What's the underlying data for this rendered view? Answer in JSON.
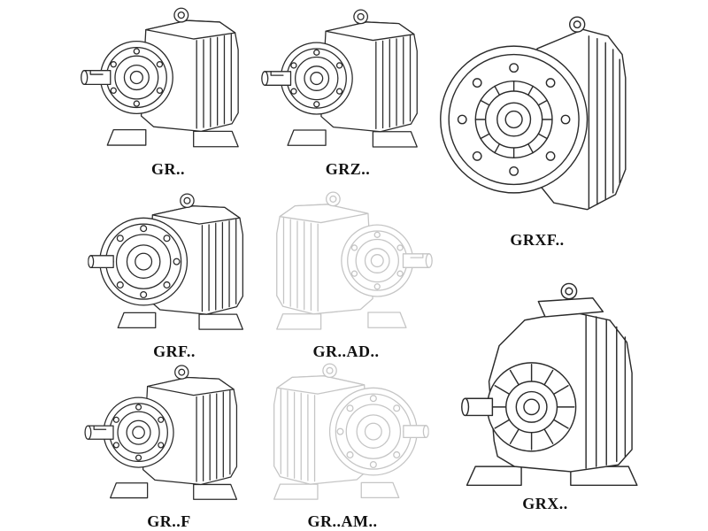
{
  "page": {
    "background_color": "#ffffff",
    "line_color": "#2b2b2b",
    "ghost_line_color": "#c5c5c5",
    "label_color": "#111111"
  },
  "panels": [
    {
      "id": "gr",
      "label": "GR..",
      "style": "solid",
      "drawing": "foot-mounted-helical-gear-reducer"
    },
    {
      "id": "grz",
      "label": "GRZ..",
      "style": "solid",
      "drawing": "foot-mounted-helical-gear-reducer"
    },
    {
      "id": "grxf",
      "label": "GRXF..",
      "style": "solid",
      "drawing": "flange-mounted-gear-reducer-front-view"
    },
    {
      "id": "grf",
      "label": "GRF..",
      "style": "solid",
      "drawing": "flange-mounted-helical-gear-reducer"
    },
    {
      "id": "grad",
      "label": "GR..AD..",
      "style": "ghost",
      "drawing": "helical-gear-reducer-mirrored"
    },
    {
      "id": "grx",
      "label": "GRX..",
      "style": "solid",
      "drawing": "large-foot-mounted-gear-reducer"
    },
    {
      "id": "grff",
      "label": "GR..F",
      "style": "solid",
      "drawing": "foot-mounted-helical-gear-reducer"
    },
    {
      "id": "gram",
      "label": "GR..AM..",
      "style": "ghost",
      "drawing": "flange-mounted-gear-reducer-mirrored"
    }
  ]
}
